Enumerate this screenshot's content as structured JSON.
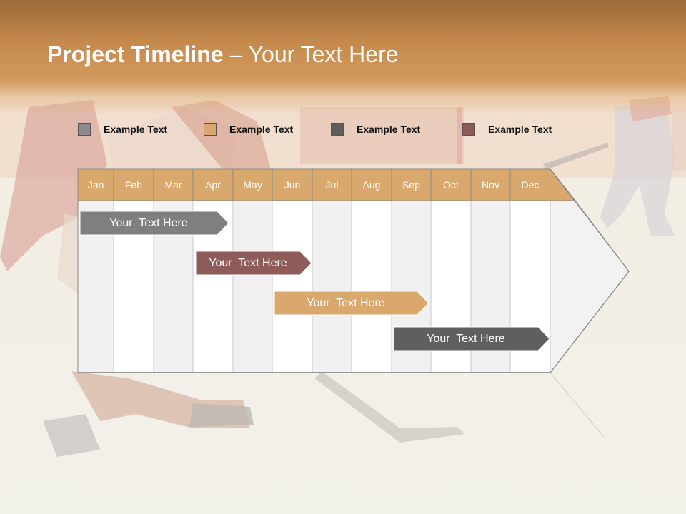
{
  "slide": {
    "title_bold": "Project Timeline",
    "title_rest": " – Your Text Here"
  },
  "legend": [
    {
      "label": "Example Text",
      "color": "#8c8c8c"
    },
    {
      "label": "Example Text",
      "color": "#d9a86c"
    },
    {
      "label": "Example Text",
      "color": "#5f5f5f"
    },
    {
      "label": "Example Text",
      "color": "#8f5a5a"
    }
  ],
  "timeline": {
    "header_color": "#d9a86c",
    "months": [
      "Jan",
      "Feb",
      "Mar",
      "Apr",
      "May",
      "Jun",
      "Jul",
      "Aug",
      "Sep",
      "Oct",
      "Nov",
      "Dec"
    ],
    "tasks": [
      {
        "label": "Your  Text Here",
        "color": "#7f7f7f"
      },
      {
        "label": "Your  Text Here",
        "color": "#8f5a5a"
      },
      {
        "label": "Your  Text Here",
        "color": "#d9a86c"
      },
      {
        "label": "Your  Text Here",
        "color": "#5f5f5f"
      }
    ]
  }
}
